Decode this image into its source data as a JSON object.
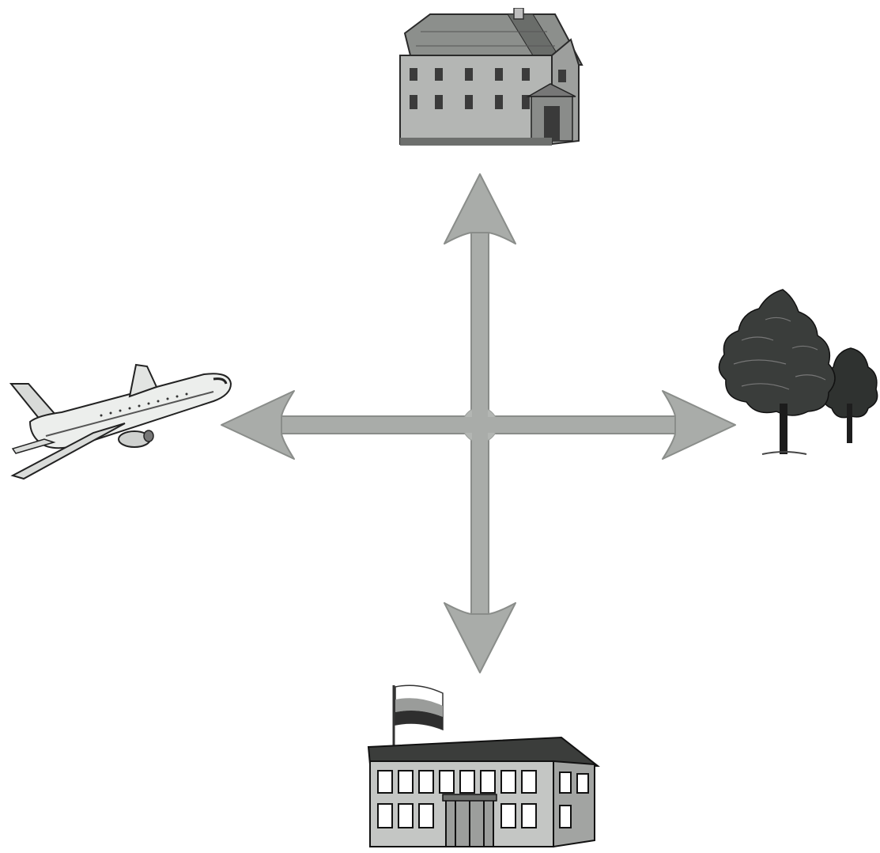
{
  "diagram": {
    "kind": "four-direction arrows",
    "arrow_color": "#a7aaa7",
    "arrow_outline": "#8e918e",
    "directions": [
      {
        "side": "top",
        "icon": "house-icon"
      },
      {
        "side": "bottom",
        "icon": "school-building-icon"
      },
      {
        "side": "left",
        "icon": "airplane-icon"
      },
      {
        "side": "right",
        "icon": "trees-icon"
      }
    ]
  }
}
